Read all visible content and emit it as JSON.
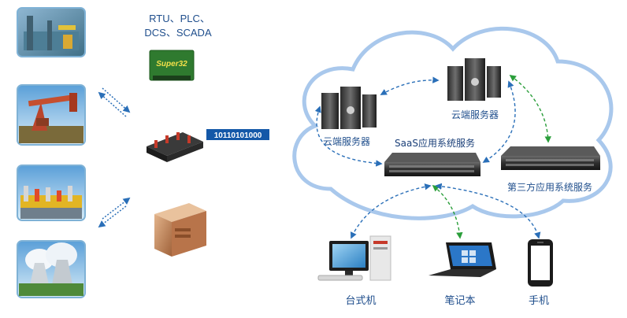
{
  "protocols": {
    "line1": "RTU、PLC、",
    "line2": "DCS、SCADA"
  },
  "device": {
    "brand": "Super32"
  },
  "binary": "10110101000",
  "labels": {
    "cloud_server_left": "云端服务器",
    "cloud_server_right": "云端服务器",
    "saas": "SaaS应用系统服务",
    "third_party": "第三方应用系统服务",
    "desktop": "台式机",
    "laptop": "笔记本",
    "phone": "手机"
  },
  "colors": {
    "cloud": "#a9c8ec",
    "label": "#1f4e8c",
    "arrow_blue": "#2a6fb8",
    "arrow_green": "#2a9e3a",
    "binary_bg": "#1458a8"
  }
}
